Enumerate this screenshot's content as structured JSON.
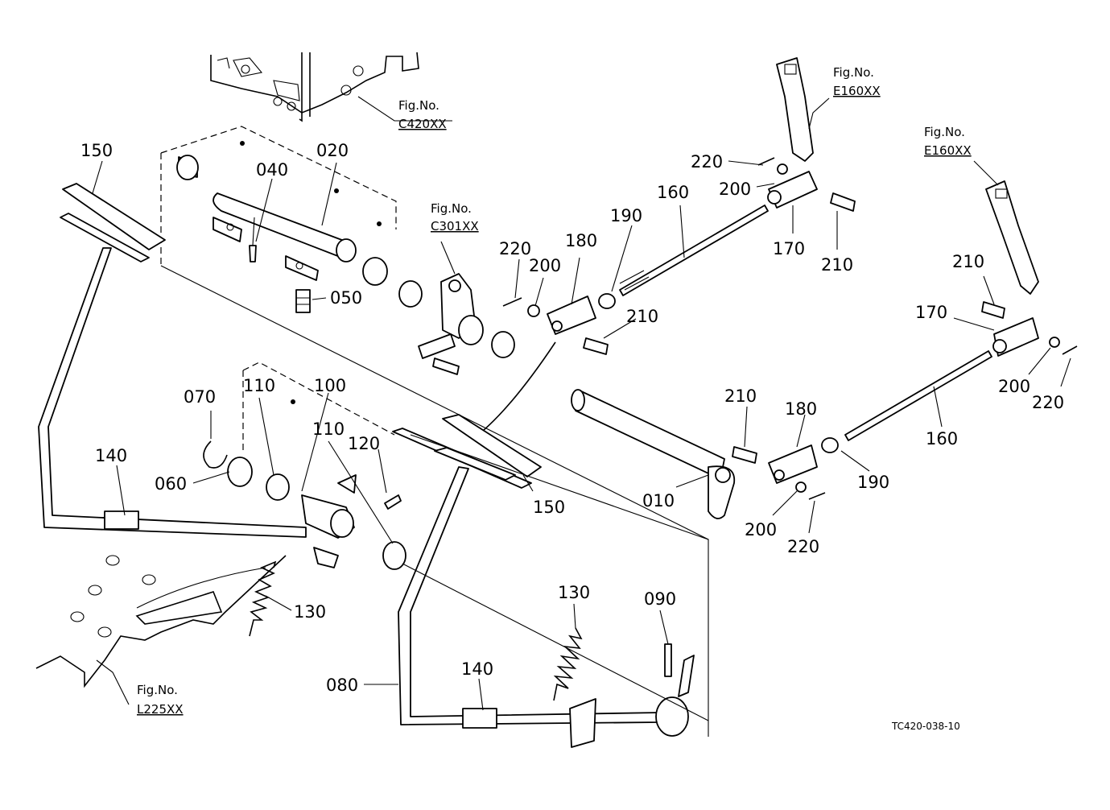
{
  "diagram": {
    "drawing_code": "TC420-038-10",
    "fig_ref_label": "Fig.No.",
    "figure_refs": {
      "c420": "C420XX",
      "c301": "C301XX",
      "e160_a": "E160XX",
      "e160_b": "E160XX",
      "l225": "L225XX"
    },
    "part_labels": {
      "p150_top": "150",
      "p040": "040",
      "p020": "020",
      "p050": "050",
      "p220_a": "220",
      "p200_a": "200",
      "p180_a": "180",
      "p190_a": "190",
      "p160_a": "160",
      "p210_a": "210",
      "p220_b": "220",
      "p200_b": "200",
      "p170_a": "170",
      "p210_b": "210",
      "p210_c": "210",
      "p170_b": "170",
      "p200_c": "200",
      "p220_c": "220",
      "p160_b": "160",
      "p210_d": "210",
      "p180_b": "180",
      "p190_b": "190",
      "p010": "010",
      "p200_d": "200",
      "p220_d": "220",
      "p070": "070",
      "p110_a": "110",
      "p100": "100",
      "p110_b": "110",
      "p120": "120",
      "p140_a": "140",
      "p060": "060",
      "p150_mid": "150",
      "p130_a": "130",
      "p130_b": "130",
      "p090": "090",
      "p140_b": "140",
      "p080": "080"
    }
  }
}
